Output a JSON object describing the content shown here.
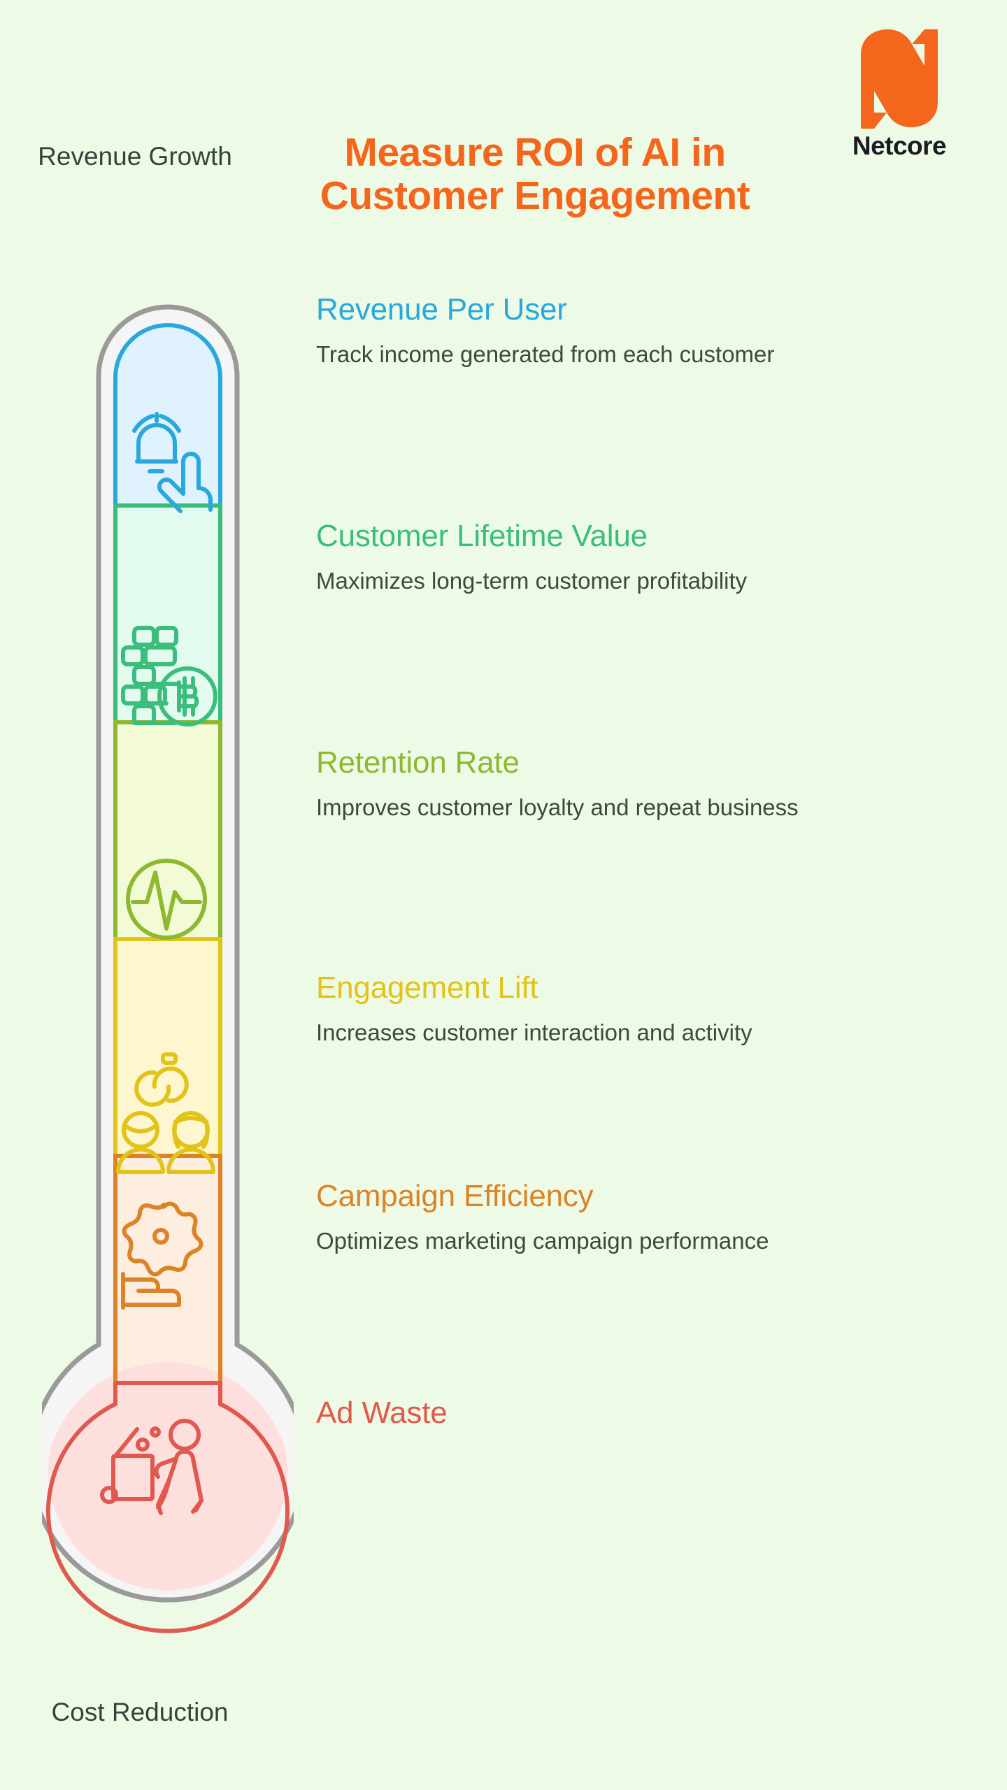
{
  "background_color": "#edfbe6",
  "brand": {
    "logo_icon": "netcore-n-logo-icon",
    "wordmark": "Netcore",
    "logo_color": "#f4661b",
    "wordmark_color": "#1b1b22"
  },
  "title": "Measure ROI of AI in Customer Engagement",
  "title_color": "#f4661b",
  "scale": {
    "top_label": "Revenue Growth",
    "bottom_label": "Cost Reduction",
    "label_color": "#33453a",
    "tube_border_color": "#9a9a9a",
    "tube_gap_color": "#f5f5f5"
  },
  "metrics": [
    {
      "title": "Revenue Per User",
      "description": "Track income generated from each customer",
      "color": "#29a8dd",
      "fill": "#dff2fd",
      "icon": "bell-tap-icon"
    },
    {
      "title": "Customer Lifetime Value",
      "description": "Maximizes long-term customer profitability",
      "color": "#3bbd7e",
      "fill": "#e2fbee",
      "icon": "coin-stack-bitcoin-icon"
    },
    {
      "title": "Retention Rate",
      "description": "Improves customer loyalty and repeat business",
      "color": "#8cb930",
      "fill": "#f3fbd6",
      "icon": "pulse-circle-icon"
    },
    {
      "title": "Engagement Lift",
      "description": "Increases customer interaction and activity",
      "color": "#e2c318",
      "fill": "#fdf6cf",
      "icon": "two-users-link-icon"
    },
    {
      "title": "Campaign Efficiency",
      "description": "Optimizes marketing campaign performance",
      "color": "#dd8327",
      "fill": "#fdeedf",
      "icon": "gear-chart-icon"
    },
    {
      "title": "Ad Waste",
      "description": "",
      "color": "#e0594f",
      "fill": "#fde0de",
      "icon": "person-trash-bin-icon"
    }
  ],
  "chart_data": {
    "type": "bar",
    "title": "Measure ROI of AI in Customer Engagement",
    "categories": [
      "Revenue Per User",
      "Customer Lifetime Value",
      "Retention Rate",
      "Engagement Lift",
      "Campaign Efficiency",
      "Ad Waste"
    ],
    "values": [
      1,
      1,
      1,
      1,
      1,
      1
    ],
    "axis_top_label": "Revenue Growth",
    "axis_bottom_label": "Cost Reduction",
    "orientation": "vertical-thermometer",
    "grid": false,
    "legend": "none"
  }
}
